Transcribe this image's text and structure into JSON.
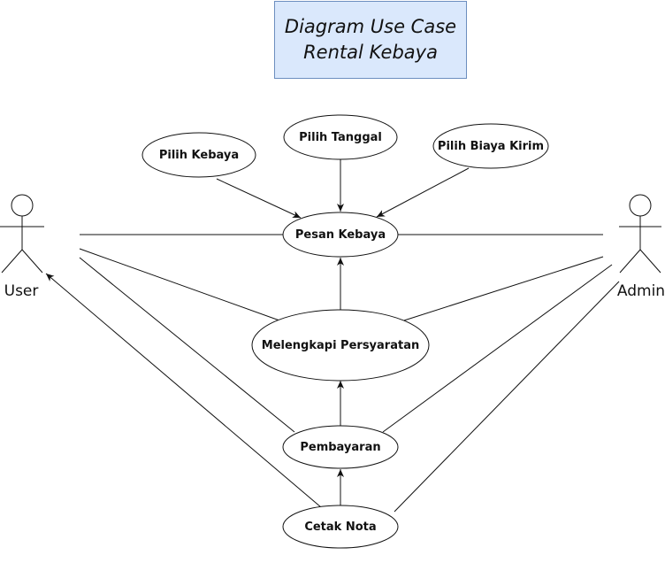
{
  "title": {
    "line1": "Diagram Use Case",
    "line2": "Rental Kebaya"
  },
  "actors": {
    "user": "User",
    "admin": "Admin"
  },
  "use_cases": {
    "pilih_kebaya": "Pilih Kebaya",
    "pilih_tanggal": "Pilih Tanggal",
    "pilih_biaya_kirim": "Pilih Biaya Kirim",
    "pesan_kebaya": "Pesan Kebaya",
    "melengkapi_persyaratan": "Melengkapi Persyaratan",
    "pembayaran": "Pembayaran",
    "cetak_nota": "Cetak Nota"
  }
}
